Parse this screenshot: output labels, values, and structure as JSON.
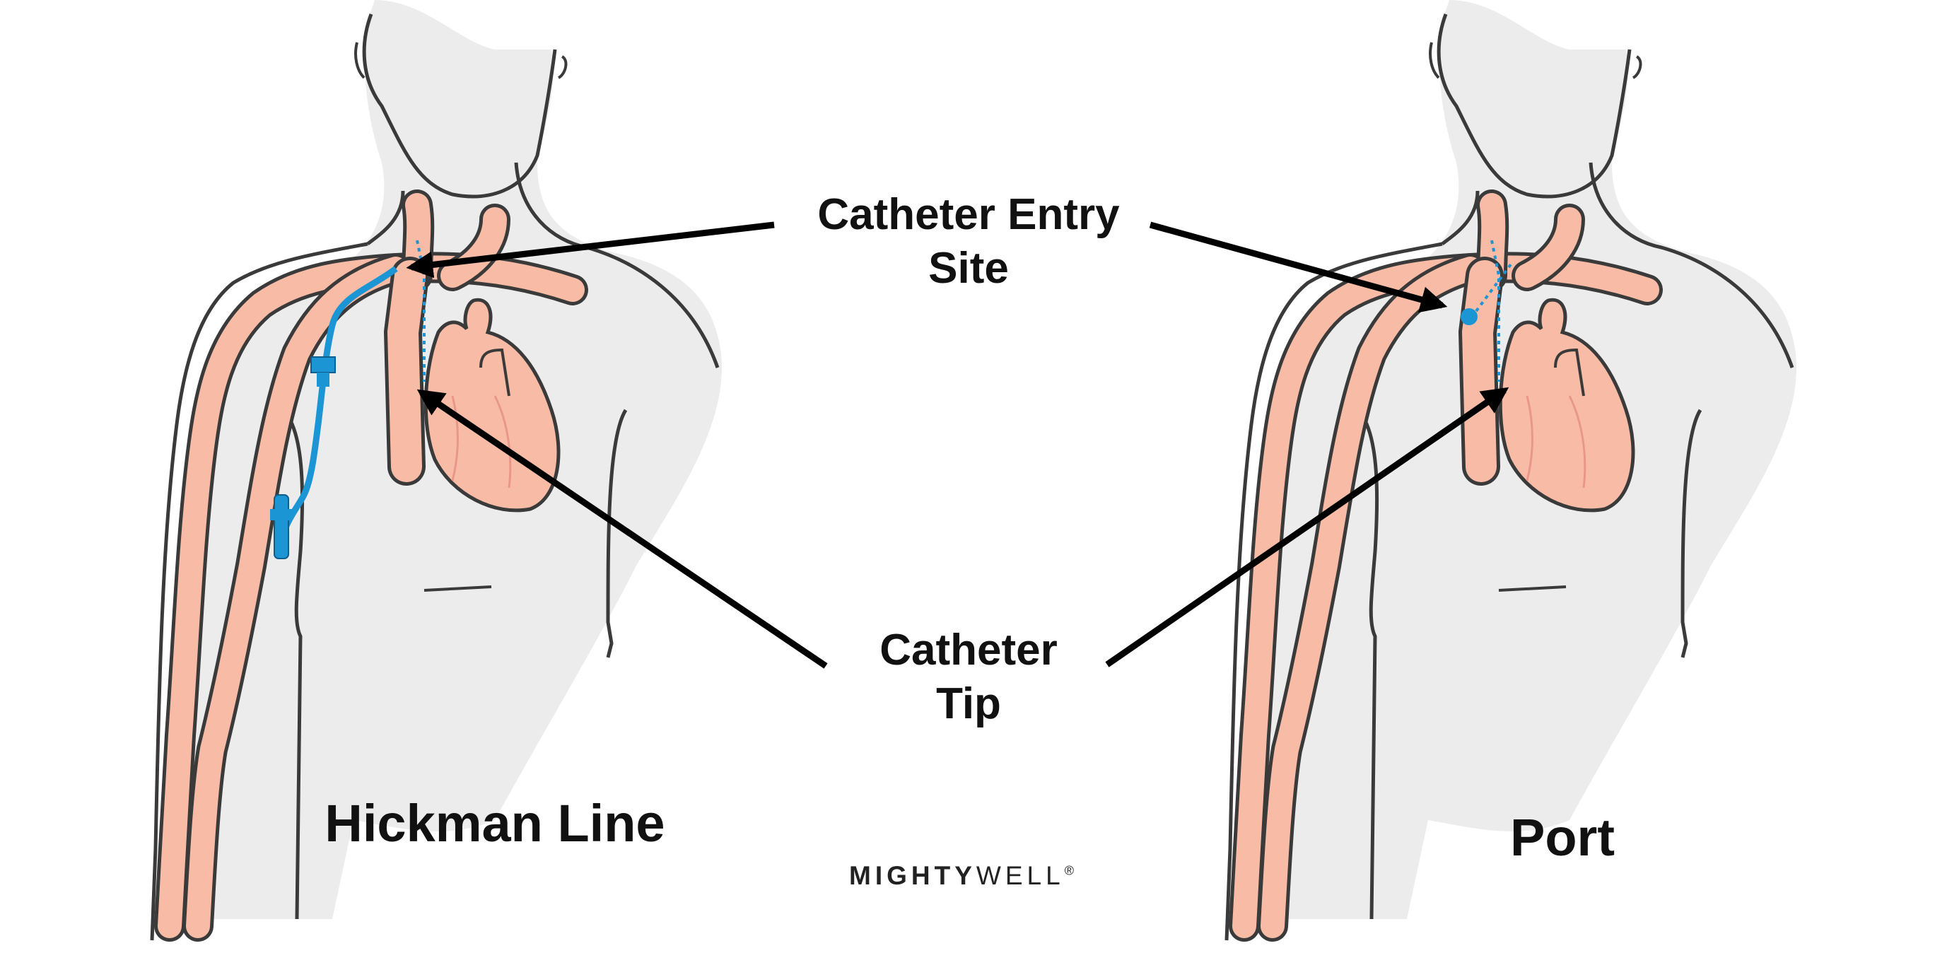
{
  "labels": {
    "entry_line1": "Catheter Entry",
    "entry_line2": "Site",
    "tip_line1": "Catheter",
    "tip_line2": "Tip"
  },
  "panels": {
    "left_title": "Hickman Line",
    "right_title": "Port"
  },
  "brand": {
    "part1": "MIGHTY",
    "part2": "WELL",
    "mark": "®"
  },
  "colors": {
    "body_fill": "#ececec",
    "outline": "#3a3a3a",
    "vein": "#f7bba6",
    "catheter": "#1b95d4",
    "arrow": "#000000"
  }
}
